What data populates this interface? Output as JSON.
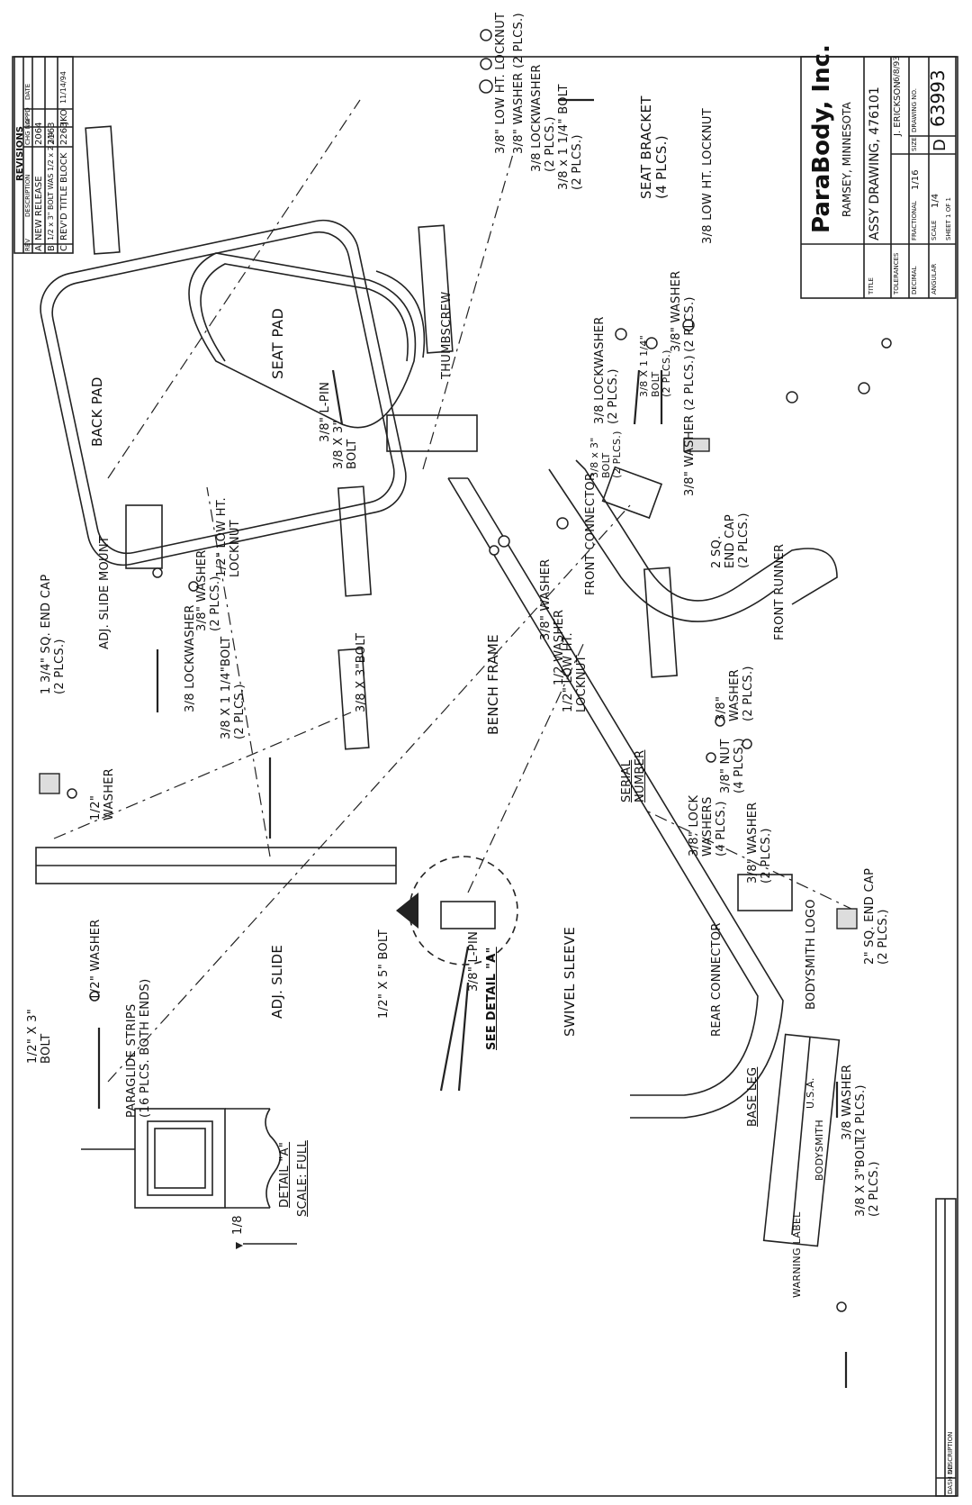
{
  "revisions": {
    "title": "REVISIONS",
    "headers": [
      "REV",
      "DESCRIPTION",
      "CHG NO",
      "APPD",
      "DATE"
    ],
    "rows": [
      {
        "rev": "A",
        "description": "NEW RELEASE",
        "chg_no": "2064",
        "appd": "",
        "date": ""
      },
      {
        "rev": "B",
        "description": "1/2 x 3\" BOLT WAS 1/2 x 2 3/4",
        "chg_no": "2163",
        "appd": "",
        "date": ""
      },
      {
        "rev": "C",
        "description": "REV'D TITLE BLOCK",
        "chg_no": "2263",
        "appd": "JKO",
        "date": "11/14/94"
      }
    ]
  },
  "title_block": {
    "company": "ParaBody, Inc.",
    "location": "RAMSEY, MINNESOTA",
    "title_label": "TITLE",
    "title": "ASSY DRAWING, 476101",
    "drawn_by": "J. ERICKSON",
    "drawn_date": "6/8/93",
    "tolerances_label": "TOLERANCES",
    "decimal_label": "DECIMAL",
    "fractional_label": "FRACTIONAL",
    "fractional_value": "1/16",
    "angular_label": "ANGULAR",
    "scale_label": "SCALE",
    "scale_value": "1/4",
    "size_label": "SIZE",
    "size_value": "D",
    "drawing_no_label": "DRAWING NO.",
    "drawing_no": "63993",
    "sheet_label": "SHEET 1 OF 1"
  },
  "parts": {
    "seat_pad": "SEAT PAD",
    "back_pad": "BACK PAD",
    "thumbscrew": "THUMBSCREW",
    "seat_bracket": "SEAT BRACKET\n(4 PLCS.)",
    "low_ht_locknut_top": "3/8\" LOW HT. LOCKNUT",
    "washer_top": "3/8\" WASHER (2 PLCS.)",
    "lockwasher_top": "3/8 LOCKWASHER\n(2 PLCS.)",
    "bolt_top": "3/8 x 1 1/4\" BOLT\n(2 PLCS.)",
    "low_ht_locknut_right": "3/8 LOW HT. LOCKNUT",
    "l_pin_38": "3/8\" L-PIN",
    "bolt_38x3": "3/8 X 3\"\nBOLT",
    "lockwasher_mid": "3/8 LOCKWASHER\n(2 PLCS.)",
    "washer_mid": "3/8\" WASHER\n(2 PLCS.)",
    "bolt_mid_a": "3/8 x 3\"\nBOLT\n(2 PLCS.)",
    "bolt_mid_b": "3/8 X 1 1/4\"\nBOLT\n(2 PLCS.)",
    "washer_mid_b": "3/8\" WASHER (2 PLCS.)",
    "front_connector": "FRONT CONNECTOR",
    "end_cap_2sq": "2 SQ.\nEND CAP\n(2 PLCS.)",
    "front_runner": "FRONT RUNNER",
    "half_low_ht_locknut": "1/2\" LOW HT.\nLOCKNUT",
    "washer_38_center": "3/8\" WASHER",
    "washer_12_center": "1/2 WASHER",
    "half_low_ht_locknut_b": "1/2\" LOW HT.\nLOCKNUT",
    "adj_slide_mount": "ADJ. SLIDE MOUNT",
    "lockwasher_38": "3/8 LOCKWASHER",
    "washer_38_slide": "3/8\" WASHER\n(2 PLCS.)",
    "bolt_38x114": "3/8 X 1 1/4\"BOLT\n(2 PLCS.)",
    "end_cap_134": "1 3/4\" SQ. END CAP\n(2 PLCS.)",
    "bolt_38x3_mid": "3/8 X 3\"BOLT",
    "bench_frame": "BENCH FRAME",
    "serial_number": "SERIAL\nNUMBER",
    "washer_38_right": "3/8\"\nWASHER\n(2 PLCS.)",
    "nut_38": "3/8\" NUT\n(4 PLCS.)",
    "lock_washers_38": "3/8\" LOCK\nWASHERS\n(4 PLCS.)",
    "washer_38_right_b": "3/8\" WASHER\n(2 PLCS.)",
    "washer_12_left": "1/2\"\nWASHER",
    "adj_slide": "ADJ. SLIDE",
    "washer_12_bottom": "1/2\" WASHER",
    "bolt_12x3": "1/2\" X 3\"\nBOLT",
    "bolt_12x5": "1/2\" X 5\" BOLT",
    "l_pin_38_b": "3/8\" L-PIN",
    "see_detail_a": "SEE DETAIL \"A\"",
    "swivel_sleeve": "SWIVEL SLEEVE",
    "rear_connector": "REAR CONNECTOR",
    "bodysmith_logo": "BODYSMITH LOGO",
    "end_cap_2sq_b": "2\" SQ. END CAP\n(2 PLCS.)",
    "base_leg": "BASE LEG",
    "washer_38_base": "3/8 WASHER\n(2 PLCS.)",
    "bolt_38x3_base": "3/8 X 3\"BOLT\n(2 PLCS.)",
    "warning_label": "WARNING LABEL",
    "usa_decal": "U.S.A.",
    "bodysmith_decal": "BODYSMITH",
    "paraglide_strips": "PARAGLIDE STRIPS\n(16 PLCS. BOTH ENDS)",
    "detail_a_title": "DETAIL \"A\"",
    "detail_a_scale": "SCALE: FULL",
    "dim_1_8": "1/8"
  },
  "bottom_block": {
    "dash_no": "DASH NO",
    "description": "DESCRIPTION"
  }
}
